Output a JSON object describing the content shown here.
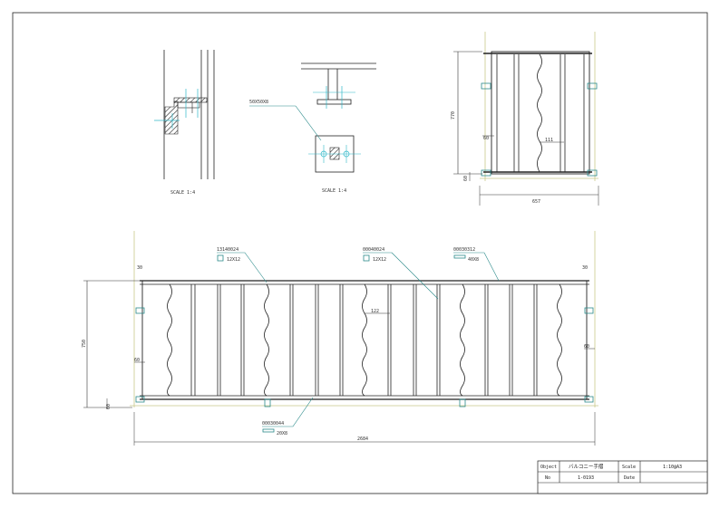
{
  "detail_left": {
    "scale_label": "SCALE 1:4"
  },
  "detail_middle": {
    "scale_label": "SCALE 1:4",
    "plate_label": "50X50X8"
  },
  "side_view": {
    "height_dim": "770",
    "width_dim": "657",
    "small_dim": "60",
    "bottom_dim": "60",
    "spacing_dim": "111"
  },
  "front_view": {
    "height_dim": "750",
    "width_dim": "2684",
    "top_left_dim": "30",
    "top_right_dim": "30",
    "left_mid_dim": "60",
    "bottom_left_dim": "60",
    "right_mid_dim": "60",
    "spacing_dim": "122"
  },
  "labels": [
    {
      "code": "13140024",
      "spec": "12X12"
    },
    {
      "code": "00040024",
      "spec": "12X12"
    },
    {
      "code": "00030312",
      "spec": "40X8"
    },
    {
      "code": "00030044",
      "spec": "20X8"
    }
  ],
  "title_block": {
    "object_label": "Object",
    "object_value": "バルコニー手摺",
    "scale_label": "Scale",
    "scale_value": "1:10@A3",
    "no_label": "No",
    "no_value": "1-0193",
    "date_label": "Date",
    "date_value": ""
  },
  "colors": {
    "line": "#1a1a1a",
    "dim": "#333333",
    "leader": "#2a8a8a",
    "cyan": "#2fb8c8",
    "ground": "#c9c98a"
  }
}
